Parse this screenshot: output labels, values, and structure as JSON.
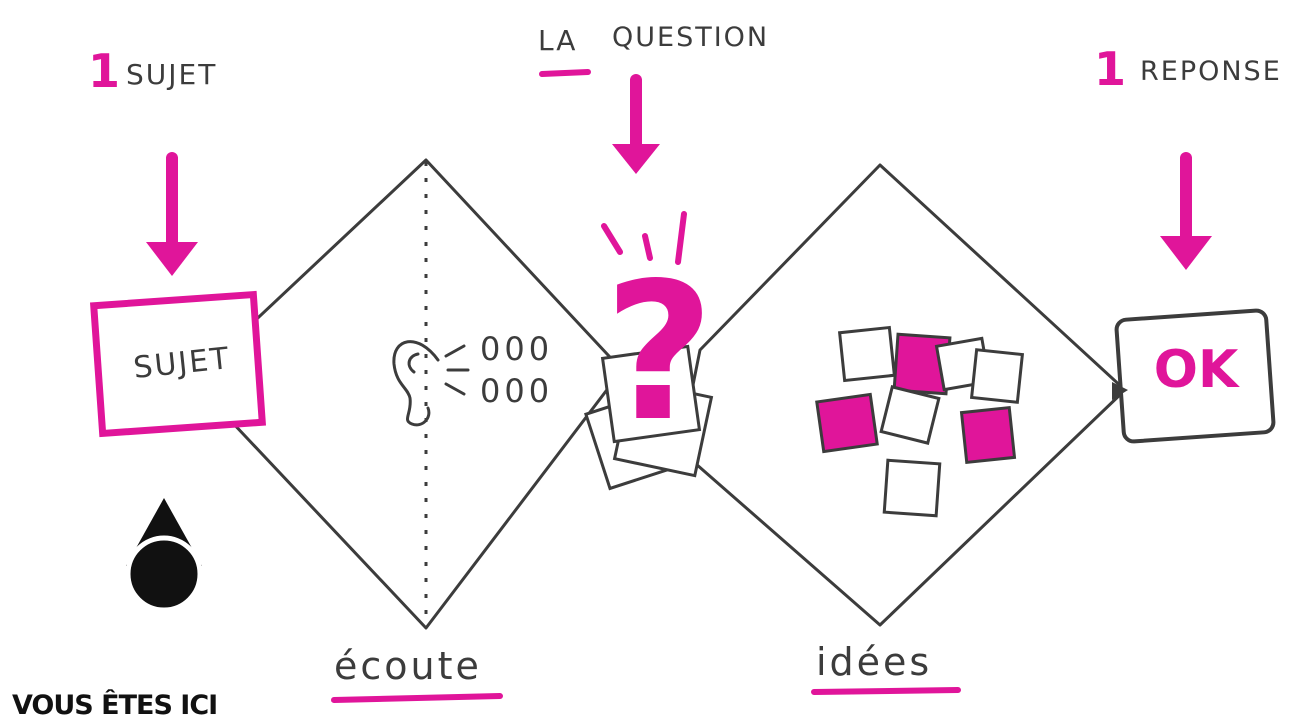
{
  "header": {
    "subject_number": "1",
    "subject_label": "SUJET",
    "question_prefix": "LA",
    "question_label": "QUESTION",
    "answer_number": "1",
    "answer_label": "REPONSE"
  },
  "nodes": {
    "subject_box": "SUJET",
    "question_mark": "?",
    "answer_box": "OK",
    "listen_symbols_row1": "000",
    "listen_symbols_row2": "000"
  },
  "phases": {
    "listening": "écoute",
    "ideas": "idées"
  },
  "marker": {
    "label": "VOUS ÊTES ICI"
  },
  "icons": {
    "ear": "ear-icon",
    "sticky_notes": "sticky-note-icon",
    "location_marker": "location-pin-icon"
  },
  "colors": {
    "accent": "#e0159a",
    "ink": "#3c3c3c",
    "marker": "#111111",
    "background": "#ffffff"
  }
}
